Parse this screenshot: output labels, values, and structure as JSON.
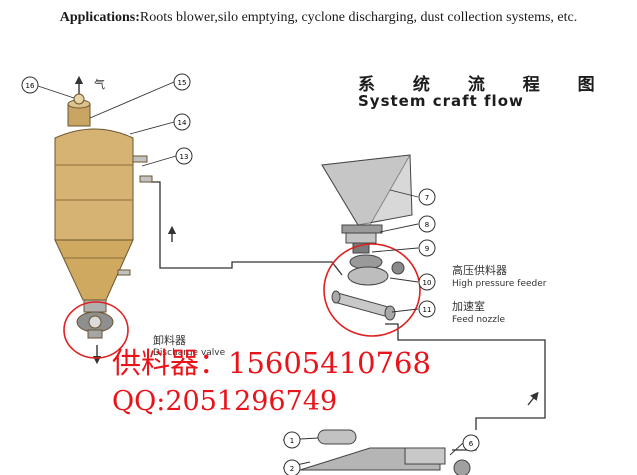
{
  "applications": {
    "label": "Applications:",
    "text": "Roots blower,silo emptying, cyclone discharging, dust collection systems, etc."
  },
  "title": {
    "zh": "系 统 流 程 图",
    "en": "System craft flow"
  },
  "labels": {
    "feeder_zh": "高压供料器",
    "feeder_en": "High pressure feeder",
    "nozzle_zh": "加速室",
    "nozzle_en": "Feed nozzle",
    "discharge_zh": "卸料器",
    "discharge_en": "Discharge valve",
    "air_char": "气"
  },
  "callouts": [
    "1",
    "2",
    "6",
    "7",
    "8",
    "9",
    "10",
    "11",
    "13",
    "14",
    "15",
    "16"
  ],
  "overlay": {
    "supplier_line": "供料器：15605410768",
    "qq_line": "QQ:2051296749"
  },
  "colors": {
    "silo": "#d6b372",
    "highlight_circle": "#e02020",
    "overlay_text": "#e8141a",
    "line": "#333333"
  }
}
